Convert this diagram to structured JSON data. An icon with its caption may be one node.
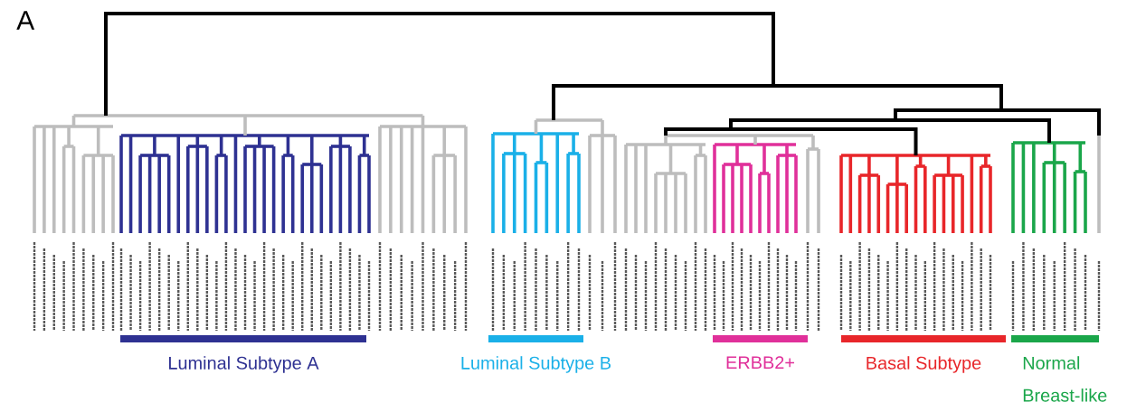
{
  "diagram": {
    "labels": [
      "A"
    ],
    "legend": [
      {
        "text": "Luminal Subtype A",
        "color": "#2e3192"
      },
      {
        "text": "Luminal Subtype B",
        "color": "#1ab0e8"
      },
      {
        "text": "ERBB2+",
        "color": "#e0309a"
      },
      {
        "text": "Basal Subtype",
        "color": "#e8262a"
      },
      {
        "text": "Normal Breast-like",
        "color": "#1aa64a"
      }
    ]
  }
}
